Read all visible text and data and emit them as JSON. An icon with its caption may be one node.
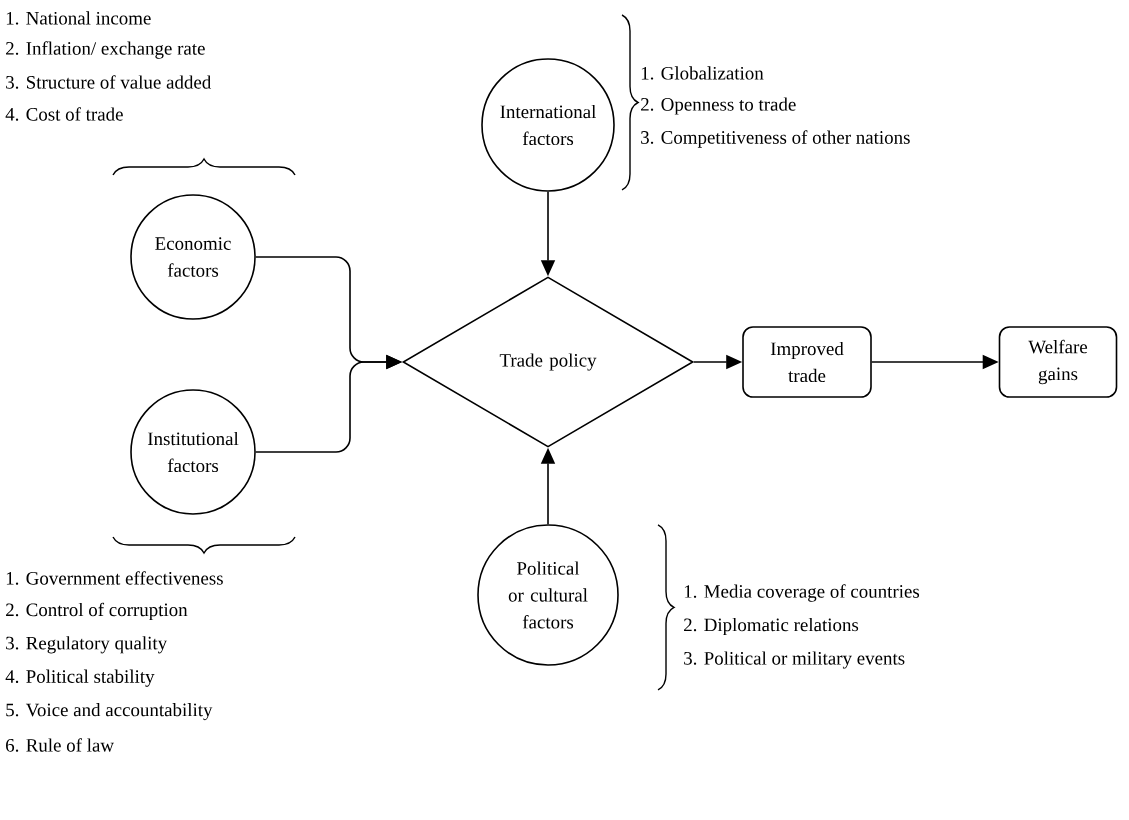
{
  "diagram": {
    "nodes": [
      {
        "text": [
          "Economic factors"
        ],
        "beside": [
          "1. National income",
          "2. Inflation/ exchange rate",
          "3. Structure of value added",
          "4. Cost of trade"
        ]
      },
      {
        "text": [
          "Institutional factors"
        ],
        "beside": [
          "1. Government effectiveness",
          "2. Control of corruption",
          "3. Regulatory quality",
          "4. Political stability",
          "5. Voice and accountability",
          "6. Rule of law"
        ]
      },
      {
        "text": [
          "International factors"
        ],
        "beside": [
          "1. Globalization",
          "2. Openness to trade",
          "3. Competitiveness of other nations"
        ]
      },
      {
        "text": [
          "Trade policy"
        ]
      },
      {
        "text": [
          "Improved trade"
        ]
      },
      {
        "text": [
          "Welfare gains"
        ]
      },
      {
        "text": [
          "Political or cultural factors"
        ],
        "beside": [
          "1. Media coverage of countries",
          "2. Diplomatic relations",
          "3. Political or military events"
        ]
      }
    ],
    "edges": [
      {
        "from": 0,
        "to": 3,
        "arrow": "to"
      },
      {
        "from": 1,
        "to": 3,
        "arrow": "to"
      },
      {
        "from": 2,
        "to": 3,
        "arrow": "to"
      },
      {
        "from": 6,
        "to": 3,
        "arrow": "to"
      },
      {
        "from": 3,
        "to": 4,
        "arrow": "to"
      },
      {
        "from": 4,
        "to": 5,
        "arrow": "to"
      }
    ]
  }
}
